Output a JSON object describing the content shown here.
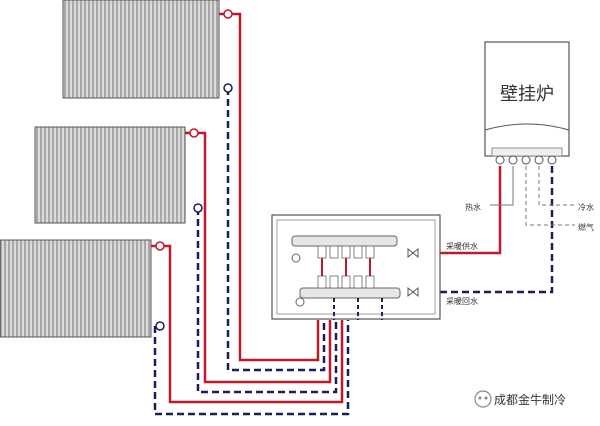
{
  "boiler": {
    "label": "壁挂炉"
  },
  "labels": {
    "hot_water": "热水",
    "cold_water": "冷水",
    "gas": "燃气",
    "heating_supply": "采暖供水",
    "heating_return": "采暖回水"
  },
  "watermark": {
    "text": "成都金牛制冷"
  },
  "colors": {
    "supply_pipe": "#c0182b",
    "return_pipe": "#1a1f5c",
    "outline": "#555555"
  },
  "icons": {
    "watermark": "chat-bubble-icon",
    "valve": "valve-icon"
  }
}
